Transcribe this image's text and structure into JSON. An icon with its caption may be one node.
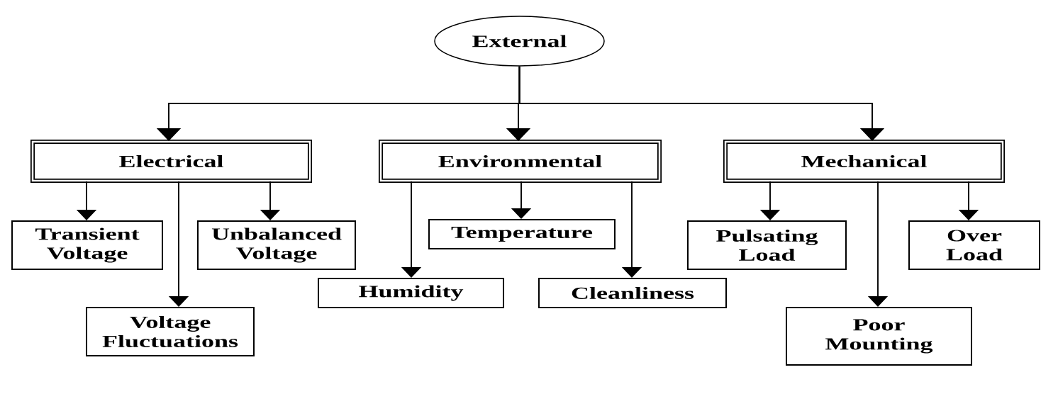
{
  "diagram": {
    "nodes": [
      {
        "text": [
          "External"
        ]
      },
      {
        "text": [
          "Electrical"
        ]
      },
      {
        "text": [
          "Environmental"
        ]
      },
      {
        "text": [
          "Mechanical"
        ]
      },
      {
        "text": [
          "Transient Voltage"
        ]
      },
      {
        "text": [
          "Unbalanced Voltage"
        ]
      },
      {
        "text": [
          "Temperature"
        ]
      },
      {
        "text": [
          "Pulsating Load"
        ]
      },
      {
        "text": [
          "Over Load"
        ]
      },
      {
        "text": [
          "Humidity"
        ]
      },
      {
        "text": [
          "Cleanliness"
        ]
      },
      {
        "text": [
          "Voltage Fluctuations"
        ]
      },
      {
        "text": [
          "Poor Mounting"
        ]
      }
    ],
    "edges": [
      {
        "from": 0,
        "to": 1,
        "arrow": "to"
      },
      {
        "from": 0,
        "to": 2,
        "arrow": "to"
      },
      {
        "from": 0,
        "to": 3,
        "arrow": "to"
      },
      {
        "from": 1,
        "to": 4,
        "arrow": "to"
      },
      {
        "from": 1,
        "to": 11,
        "arrow": "to"
      },
      {
        "from": 1,
        "to": 5,
        "arrow": "to"
      },
      {
        "from": 2,
        "to": 9,
        "arrow": "to"
      },
      {
        "from": 2,
        "to": 6,
        "arrow": "to"
      },
      {
        "from": 2,
        "to": 10,
        "arrow": "to"
      },
      {
        "from": 3,
        "to": 7,
        "arrow": "to"
      },
      {
        "from": 3,
        "to": 12,
        "arrow": "to"
      },
      {
        "from": 3,
        "to": 8,
        "arrow": "to"
      }
    ]
  }
}
